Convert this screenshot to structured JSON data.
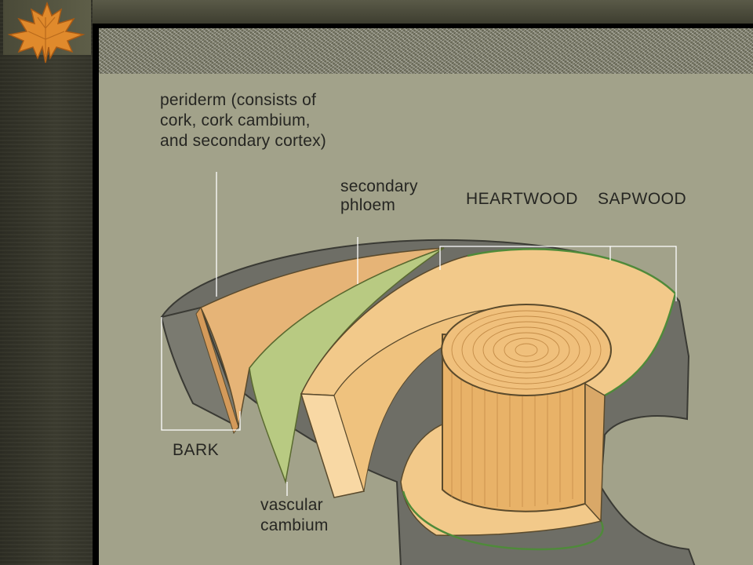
{
  "labels": {
    "periderm_line1": "periderm (consists of",
    "periderm_line2": "cork, cork cambium,",
    "periderm_line3": "and secondary cortex)",
    "phloem_line1": "secondary",
    "phloem_line2": "phloem",
    "heartwood": "HEARTWOOD",
    "sapwood": "SAPWOOD",
    "bark": "BARK",
    "cambium_line1": "vascular",
    "cambium_line2": "cambium"
  },
  "colors": {
    "slide_background": "#a2a28a",
    "bark": "#6e6e66",
    "phloem": "#e6b477",
    "cambium": "#b8ca82",
    "sapwood": "#f2c98a",
    "heartwood": "#e8b268",
    "label_text": "#262622"
  },
  "icons": {
    "corner_decoration": "maple-leaf-icon"
  }
}
